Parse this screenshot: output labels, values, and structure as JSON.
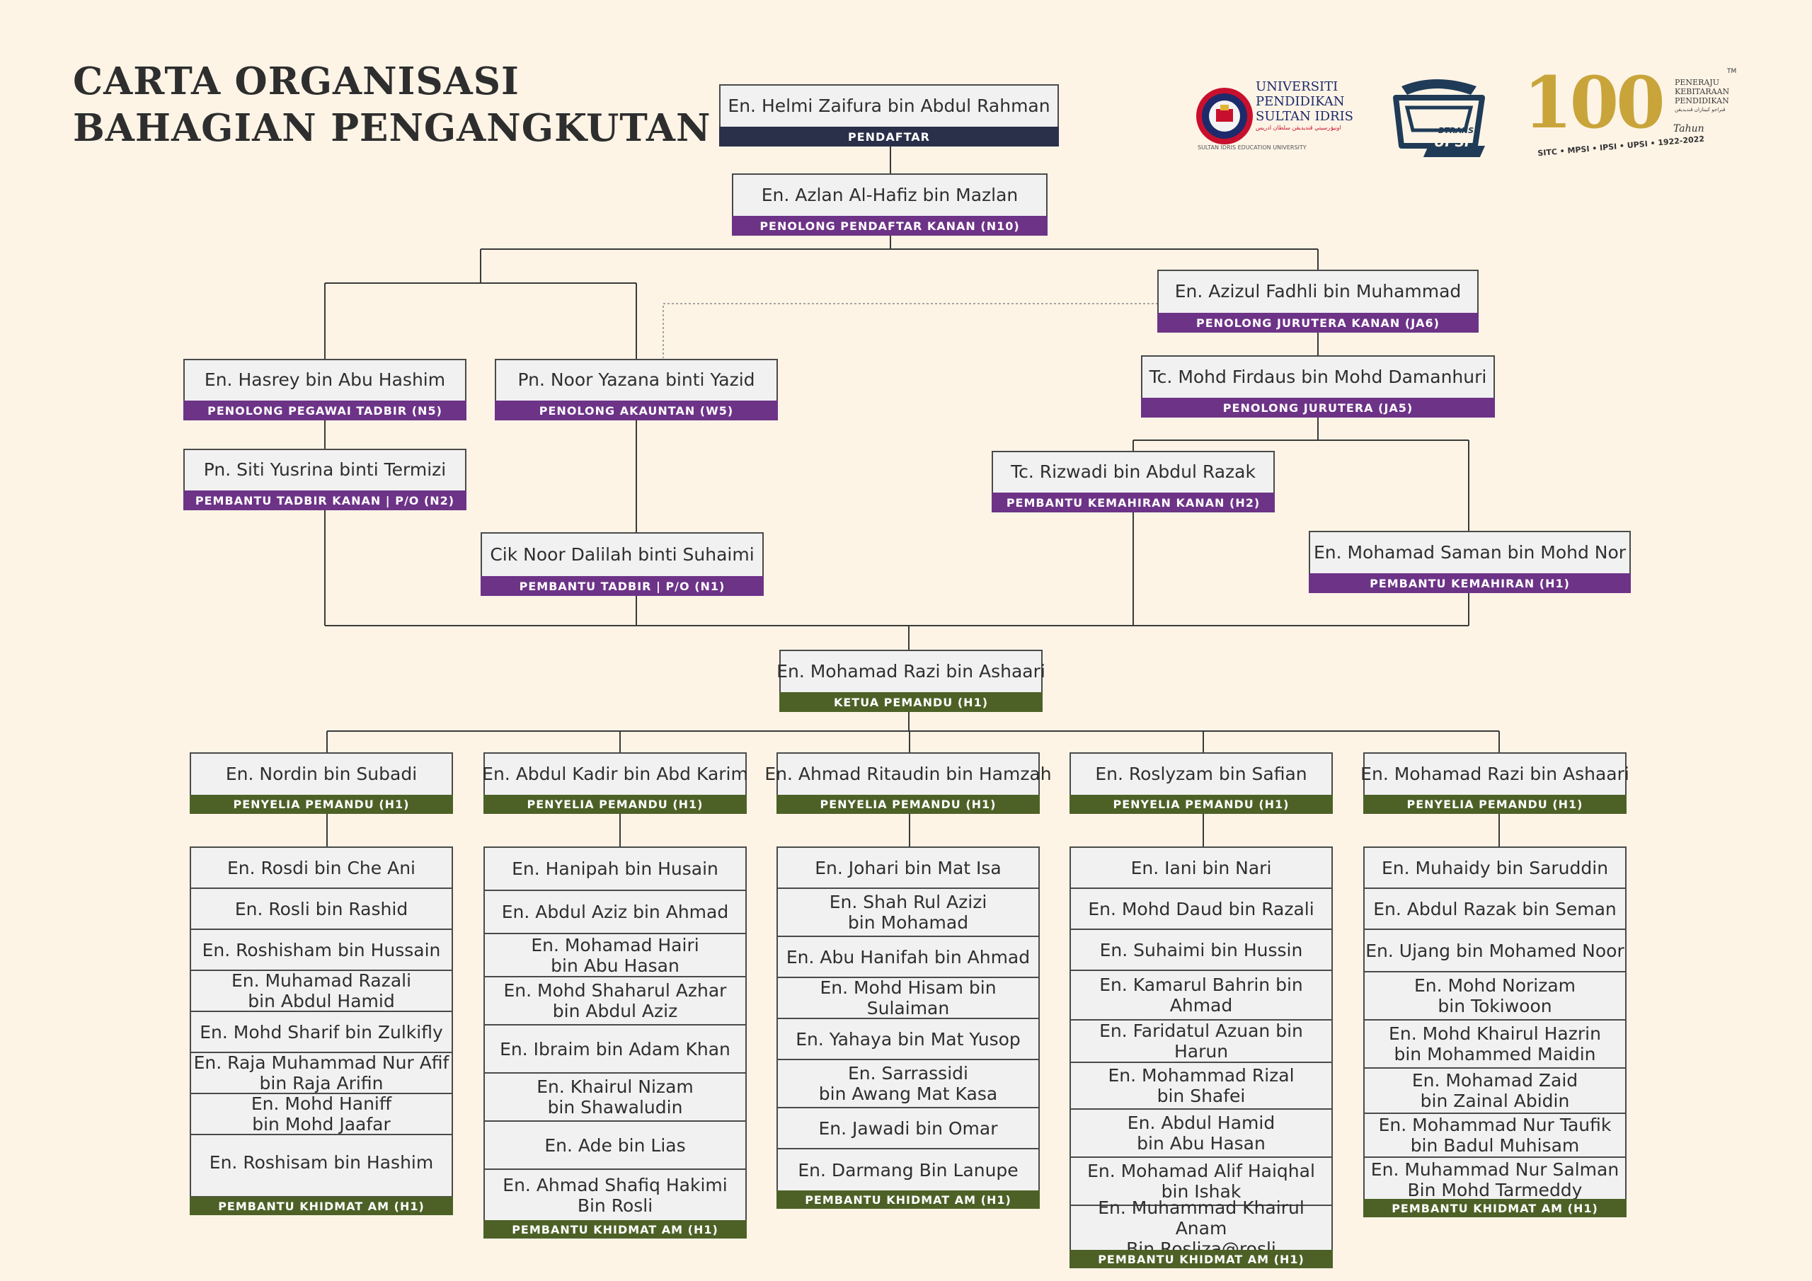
{
  "title": {
    "line1": "CARTA ORGANISASI",
    "line2": "BAHAGIAN PENGANGKUTAN"
  },
  "colors": {
    "navy": "#2a2f4a",
    "purple": "#6d3387",
    "green": "#4d6127",
    "line": "#3a3a3a"
  },
  "logos": {
    "upsi": {
      "line1": "UNIVERSITI",
      "line2": "PENDIDIKAN",
      "line3": "SULTAN IDRIS",
      "jawi": "اونيۏرسيتي ڤنديديقن سلطان ادريس",
      "tagline": "SULTAN IDRIS EDUCATION UNIVERSITY"
    },
    "btrans": {
      "text1": "BTRANS",
      "text2": "UPSI"
    },
    "centenary": {
      "number": "100",
      "trademark": "TM",
      "side1": "PENERAJU",
      "side2": "KEBITARAAN",
      "side3": "PENDIDIKAN",
      "jawi": "ڤنراجو كبيتاران ڤنديديقن",
      "script": "Tahun",
      "arc": "SITC • MPSI • IPSI • UPSI • 1922-2022"
    }
  },
  "nodes": {
    "pendaftar": {
      "name": "En. Helmi Zaifura bin Abdul Rahman",
      "role": "PENDAFTAR"
    },
    "ppk": {
      "name": "En. Azlan Al-Hafiz bin Mazlan",
      "role": "PENOLONG PENDAFTAR KANAN (N10)"
    },
    "pjk": {
      "name": "En. Azizul Fadhli bin Muhammad",
      "role": "PENOLONG JURUTERA KANAN (JA6)"
    },
    "ppt": {
      "name": "En. Hasrey bin Abu Hashim",
      "role": "PENOLONG PEGAWAI TADBIR (N5)"
    },
    "pa": {
      "name": "Pn. Noor Yazana binti Yazid",
      "role": "PENOLONG AKAUNTAN (W5)"
    },
    "pj": {
      "name": "Tc. Mohd Firdaus bin Mohd Damanhuri",
      "role": "PENOLONG JURUTERA (JA5)"
    },
    "ptk": {
      "name": "Pn. Siti Yusrina binti Termizi",
      "role": "PEMBANTU TADBIR KANAN | P/O (N2)"
    },
    "pkk": {
      "name": "Tc. Rizwadi bin Abdul Razak",
      "role": "PEMBANTU KEMAHIRAN KANAN (H2)"
    },
    "pt": {
      "name": "Cik Noor Dalilah binti Suhaimi",
      "role": "PEMBANTU TADBIR | P/O (N1)"
    },
    "pk": {
      "name": "En. Mohamad Saman bin Mohd Nor",
      "role": "PEMBANTU KEMAHIRAN (H1)"
    },
    "ketua": {
      "name": "En. Mohamad Razi bin Ashaari",
      "role": "KETUA PEMANDU (H1)"
    }
  },
  "supervisors": [
    {
      "name": "En. Nordin bin Subadi",
      "role": "PENYELIA PEMANDU (H1)"
    },
    {
      "name": "En. Abdul Kadir bin Abd Karim",
      "role": "PENYELIA PEMANDU (H1)"
    },
    {
      "name": "En. Ahmad Ritaudin bin Hamzah",
      "role": "PENYELIA PEMANDU (H1)"
    },
    {
      "name": "En. Roslyzam bin Safian",
      "role": "PENYELIA PEMANDU (H1)"
    },
    {
      "name": "En. Mohamad Razi bin Ashaari",
      "role": "PENYELIA PEMANDU (H1)"
    }
  ],
  "teams": [
    {
      "footer": "PEMBANTU KHIDMAT AM (H1)",
      "members": [
        "En. Rosdi bin Che Ani",
        "En. Rosli bin Rashid",
        "En. Roshisham bin Hussain",
        "En. Muhamad Razali\nbin Abdul Hamid",
        "En. Mohd Sharif bin Zulkifly",
        "En. Raja Muhammad Nur Afif\nbin Raja Arifin",
        "En. Mohd Haniff\nbin Mohd Jaafar",
        "En. Roshisam bin Hashim"
      ]
    },
    {
      "footer": "PEMBANTU KHIDMAT AM (H1)",
      "members": [
        "En. Hanipah bin Husain",
        "En. Abdul Aziz bin Ahmad",
        "En. Mohamad Hairi\nbin Abu Hasan",
        "En. Mohd Shaharul Azhar\nbin Abdul Aziz",
        "En. Ibraim bin Adam Khan",
        "En. Khairul Nizam\nbin Shawaludin",
        "En. Ade bin Lias",
        "En. Ahmad Shafiq Hakimi\nBin Rosli"
      ]
    },
    {
      "footer": "PEMBANTU KHIDMAT AM (H1)",
      "members": [
        "En. Johari bin Mat Isa",
        "En. Shah Rul Azizi\nbin Mohamad",
        "En. Abu Hanifah bin Ahmad",
        "En. Mohd Hisam bin Sulaiman",
        "En. Yahaya bin Mat Yusop",
        "En. Sarrassidi\nbin Awang Mat Kasa",
        "En. Jawadi bin Omar",
        "En. Darmang Bin Lanupe"
      ]
    },
    {
      "footer": "PEMBANTU KHIDMAT AM (H1)",
      "members": [
        "En. Iani bin Nari",
        "En. Mohd Daud bin Razali",
        "En. Suhaimi bin Hussin",
        "En. Kamarul Bahrin bin Ahmad",
        "En. Faridatul Azuan bin Harun",
        "En. Mohammad Rizal\nbin Shafei",
        "En. Abdul Hamid\nbin Abu Hasan",
        "En. Mohamad Alif Haiqhal\nbin Ishak",
        "En. Muhammad Khairul Anam\nBin Rosliza@rosli"
      ]
    },
    {
      "footer": "PEMBANTU KHIDMAT AM (H1)",
      "members": [
        "En. Muhaidy bin Saruddin",
        "En. Abdul Razak bin Seman",
        "En. Ujang bin Mohamed Noor",
        "En. Mohd Norizam\nbin Tokiwoon",
        "En. Mohd Khairul Hazrin\nbin Mohammed Maidin",
        "En. Mohamad Zaid\nbin Zainal Abidin",
        "En. Mohammad Nur Taufik\nbin Badul Muhisam",
        "En. Muhammad Nur Salman\nBin Mohd Tarmeddy"
      ]
    }
  ]
}
